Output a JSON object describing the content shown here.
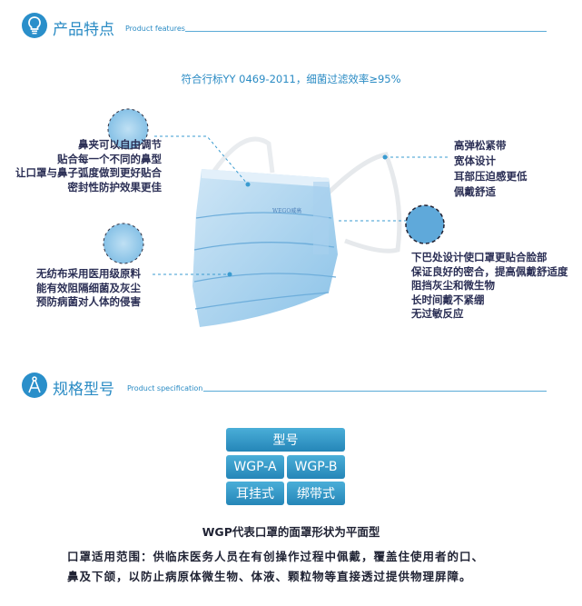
{
  "features_section": {
    "title": "产品特点",
    "subtitle": "Product features",
    "icon": "lightbulb-icon",
    "standard": "符合行标YY 0469-2011，细菌过滤效率≥95%",
    "callouts": {
      "nose_clip": [
        "鼻夹可以自由调节",
        "贴合每一个不同的鼻型",
        "让口罩与鼻子弧度做到更好贴合",
        "密封性防护效果更佳"
      ],
      "fabric": [
        "无纺布采用医用级原料",
        "能有效阻隔细菌及灰尘",
        "预防病菌对人体的侵害"
      ],
      "ear_loop": [
        "高弹松紧带",
        "宽体设计",
        "耳部压迫感更低",
        "佩戴舒适"
      ],
      "chin": [
        "下巴处设计使口罩更贴合脸部",
        "保证良好的密合，提高佩戴舒适度",
        "阻挡灰尘和微生物",
        "长时间戴不紧绷",
        "无过敏反应"
      ]
    },
    "mask_brand": "WEGO威高"
  },
  "spec_section": {
    "title": "规格型号",
    "subtitle": "Product specification",
    "icon": "compass-icon",
    "table": {
      "header": "型号",
      "models": [
        "WGP-A",
        "WGP-B"
      ],
      "types": [
        "耳挂式",
        "绑带式"
      ]
    },
    "note": "WGP代表口罩的面罩形状为平面型",
    "usage": [
      "口罩适用范围：供临床医务人员在有创操作过程中佩戴，覆盖住使用者的口、",
      "鼻及下颌，以防止病原体微生物、体液、颗粒物等直接透过提供物理屏障。"
    ]
  },
  "colors": {
    "accent": "#2a8bc4",
    "text": "#2b2f55"
  }
}
